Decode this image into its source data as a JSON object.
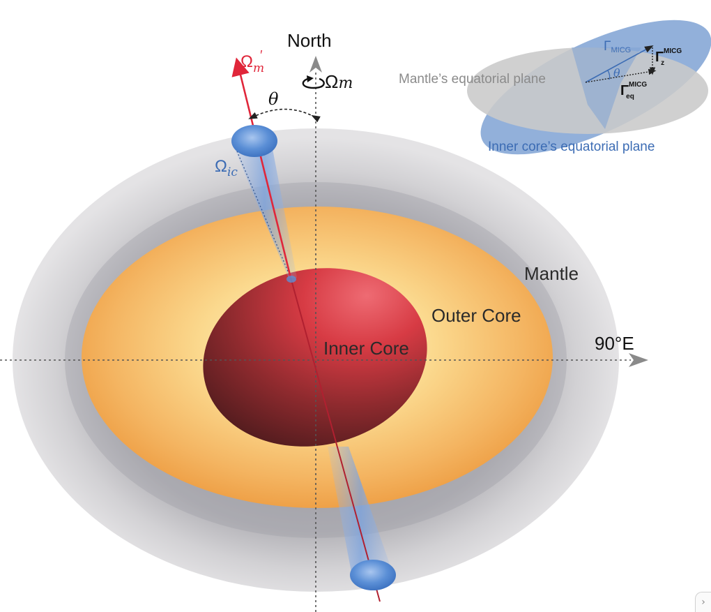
{
  "labels": {
    "north": "North",
    "omega_m_prime": "Ω",
    "omega_m_prime_sub": "m",
    "omega_m_prime_mark": "′",
    "omega_m": "Ω",
    "omega_m_sub": "m",
    "theta": "θ",
    "omega_ic": "Ω",
    "omega_ic_sub": "ic",
    "mantle": "Mantle",
    "outer_core": "Outer Core",
    "inner_core": "Inner Core",
    "east": "90°E"
  },
  "inset": {
    "mantle_plane": "Mantle’s equatorial plane",
    "inner_core_plane": "Inner core’s equatorial plane",
    "gamma": "Γ",
    "gamma_micg_sub": "MICG",
    "gamma_z_sup": "MICG",
    "gamma_z_sub": "z",
    "gamma_eq_sup": "MICG",
    "gamma_eq_sub": "eq",
    "theta": "θ"
  },
  "nav": {
    "next_glyph": "›"
  },
  "colors": {
    "mantle_gray": "#cfcdcf",
    "outer_core_orange": "#f2b25e",
    "inner_core_red": "#c6353f",
    "tilted_axis_red": "#e0263a",
    "label_blue": "#3c6cb4",
    "inset_blue": "#7fa2d3"
  }
}
